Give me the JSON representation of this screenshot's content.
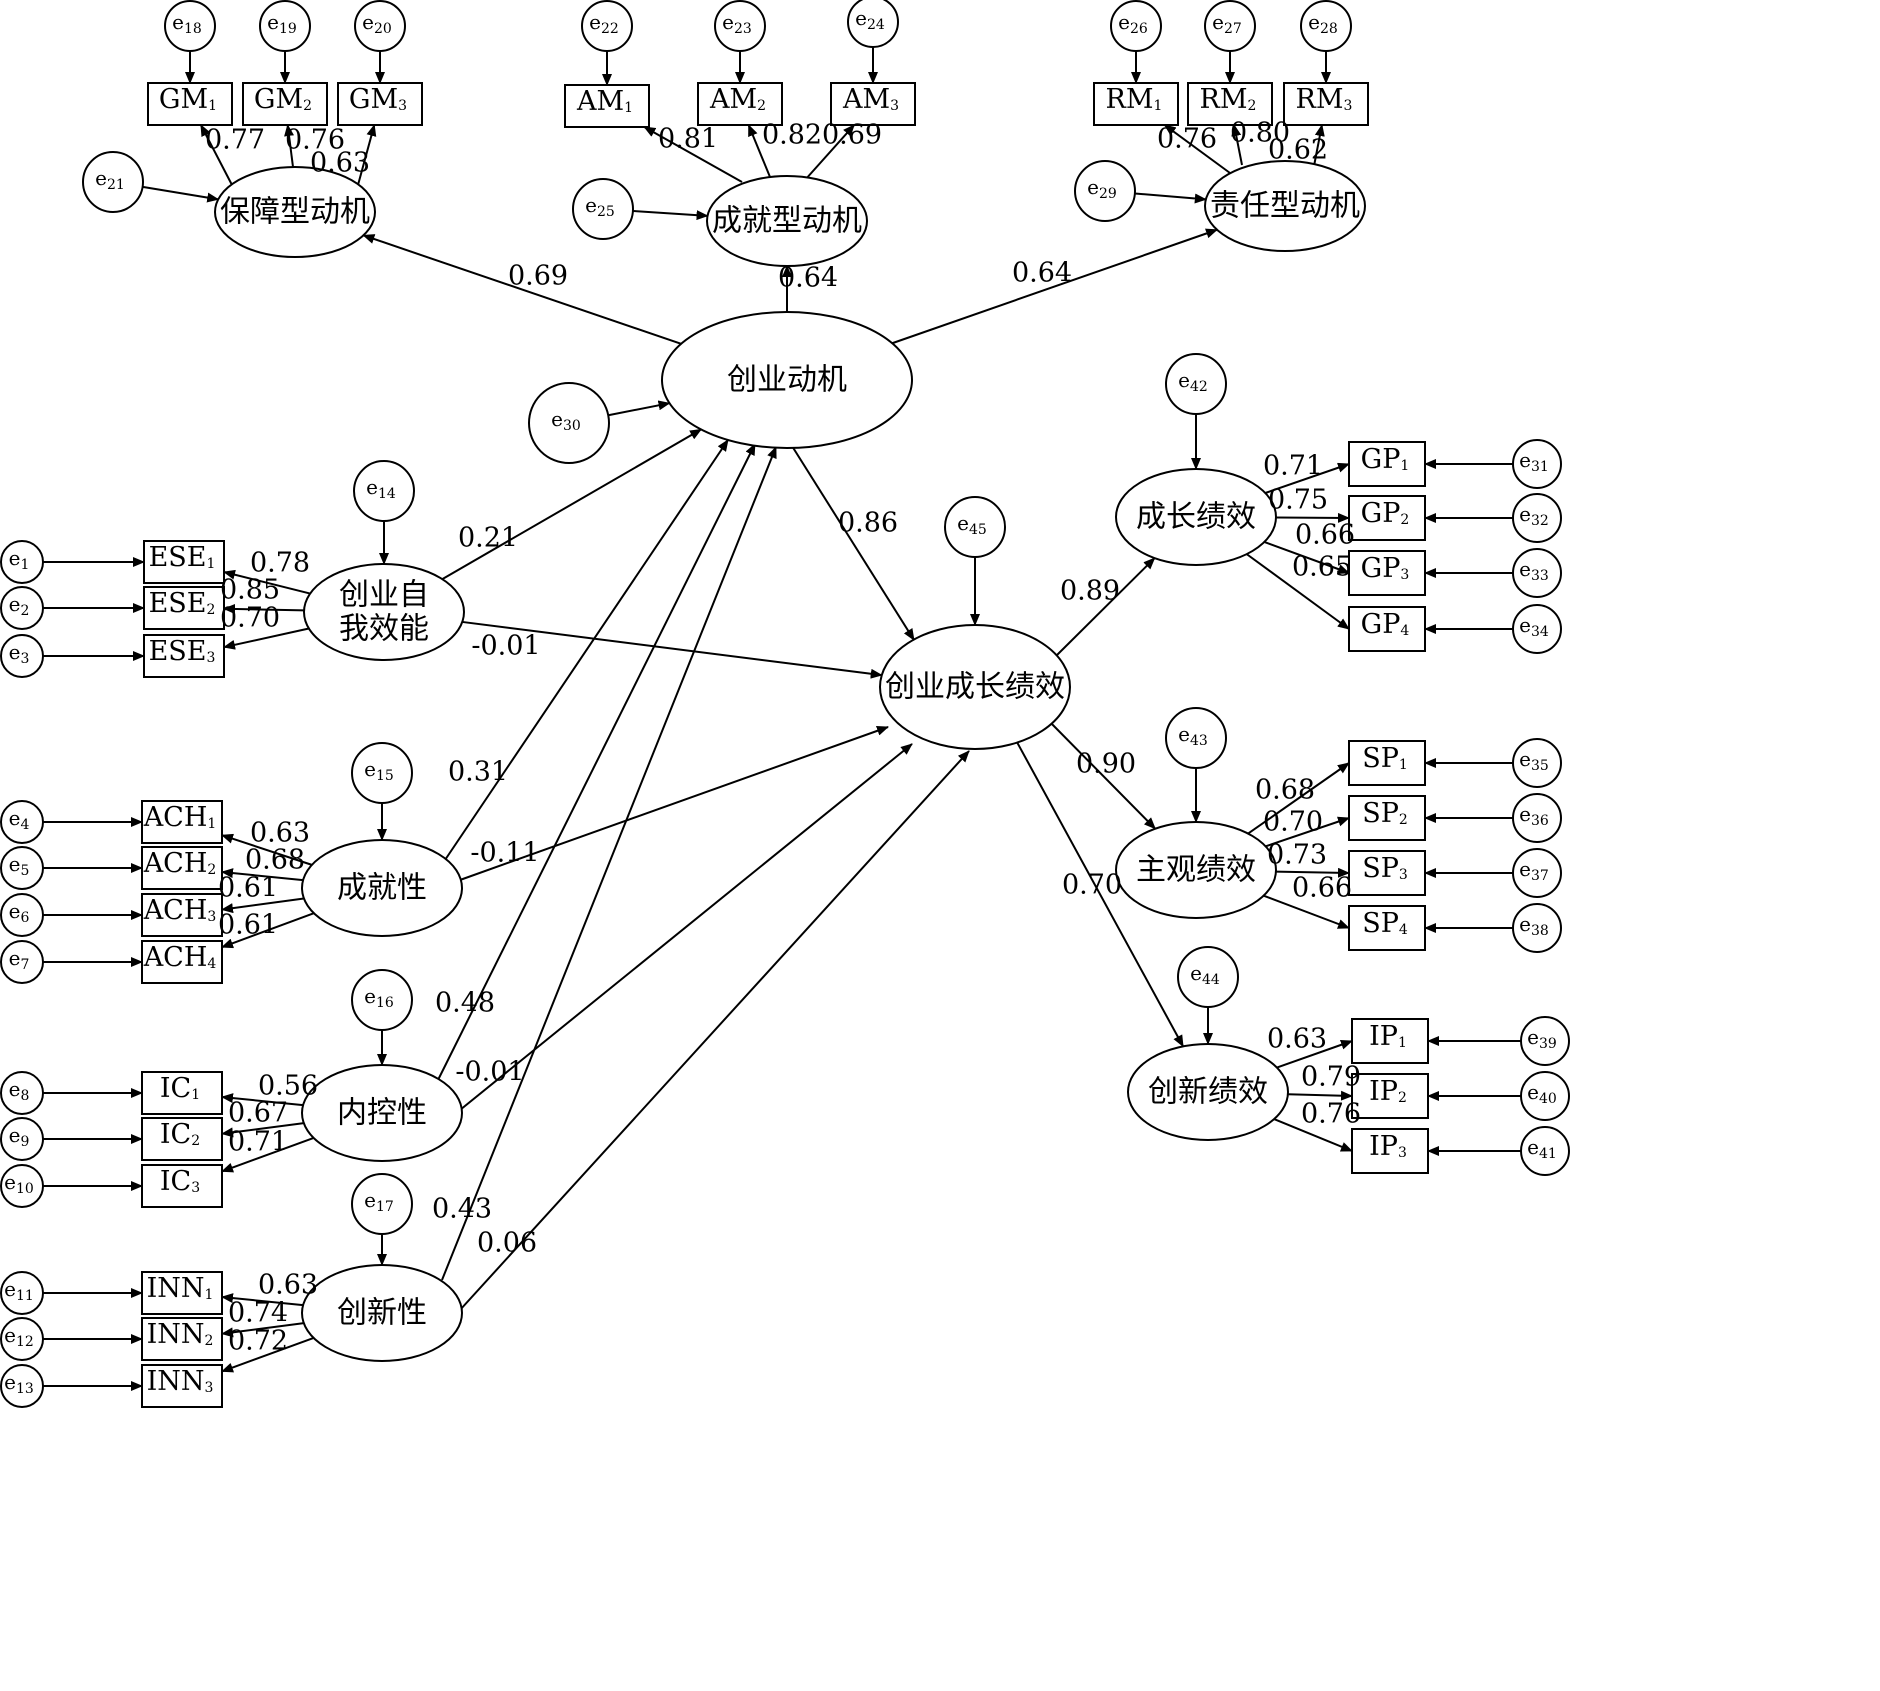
{
  "latents": {
    "gm": "保障型动机",
    "am": "成就型动机",
    "rm": "责任型动机",
    "motive": "创业动机",
    "ese": [
      "创业自",
      "我效能"
    ],
    "ach": "成就性",
    "ic": "内控性",
    "inn": "创新性",
    "perf": "创业成长绩效",
    "gp": "成长绩效",
    "sp": "主观绩效",
    "ip": "创新绩效"
  },
  "indicators": {
    "GM": [
      "GM1",
      "GM2",
      "GM3"
    ],
    "AM": [
      "AM1",
      "AM2",
      "AM3"
    ],
    "RM": [
      "RM1",
      "RM2",
      "RM3"
    ],
    "ESE": [
      "ESE1",
      "ESE2",
      "ESE3"
    ],
    "ACH": [
      "ACH1",
      "ACH2",
      "ACH3",
      "ACH4"
    ],
    "IC": [
      "IC1",
      "IC2",
      "IC3"
    ],
    "INN": [
      "INN1",
      "INN2",
      "INN3"
    ],
    "GP": [
      "GP1",
      "GP2",
      "GP3",
      "GP4"
    ],
    "SP": [
      "SP1",
      "SP2",
      "SP3",
      "SP4"
    ],
    "IP": [
      "IP1",
      "IP2",
      "IP3"
    ]
  },
  "errors": {
    "e1": "1",
    "e2": "2",
    "e3": "3",
    "e4": "4",
    "e5": "5",
    "e6": "6",
    "e7": "7",
    "e8": "8",
    "e9": "9",
    "e10": "10",
    "e11": "11",
    "e12": "12",
    "e13": "13",
    "e14": "14",
    "e15": "15",
    "e16": "16",
    "e17": "17",
    "e18": "18",
    "e19": "19",
    "e20": "20",
    "e21": "21",
    "e22": "22",
    "e23": "23",
    "e24": "24",
    "e25": "25",
    "e26": "26",
    "e27": "27",
    "e28": "28",
    "e29": "29",
    "e30": "30",
    "e31": "31",
    "e32": "32",
    "e33": "33",
    "e34": "34",
    "e35": "35",
    "e36": "36",
    "e37": "37",
    "e38": "38",
    "e39": "39",
    "e40": "40",
    "e41": "41",
    "e42": "42",
    "e43": "43",
    "e44": "44",
    "e45": "45"
  },
  "loadings": {
    "gm": [
      "0.77",
      "0.76",
      "0.63"
    ],
    "am": [
      "0.81",
      "0.82",
      "0.69"
    ],
    "rm": [
      "0.76",
      "0.80",
      "0.62"
    ],
    "ese": [
      "0.78",
      "0.85",
      "0.70"
    ],
    "ach": [
      "0.63",
      "0.68",
      "0.61",
      "0.61"
    ],
    "ic": [
      "0.56",
      "0.67",
      "0.71"
    ],
    "inn": [
      "0.63",
      "0.74",
      "0.72"
    ],
    "gp": [
      "0.71",
      "0.75",
      "0.66",
      "0.65"
    ],
    "sp": [
      "0.68",
      "0.70",
      "0.73",
      "0.66"
    ],
    "ip": [
      "0.63",
      "0.79",
      "0.76"
    ]
  },
  "paths": {
    "motive_gm": "0.69",
    "motive_am": "0.64",
    "motive_rm": "0.64",
    "ese_motive": "0.21",
    "ese_perf": "-0.01",
    "ach_motive": "0.31",
    "ach_perf": "-0.11",
    "ic_motive": "0.48",
    "ic_perf": "-0.01",
    "inn_motive": "0.43",
    "inn_perf": "0.06",
    "motive_perf": "0.86",
    "perf_gp": "0.89",
    "perf_sp": "0.90",
    "perf_ip": "0.70"
  }
}
